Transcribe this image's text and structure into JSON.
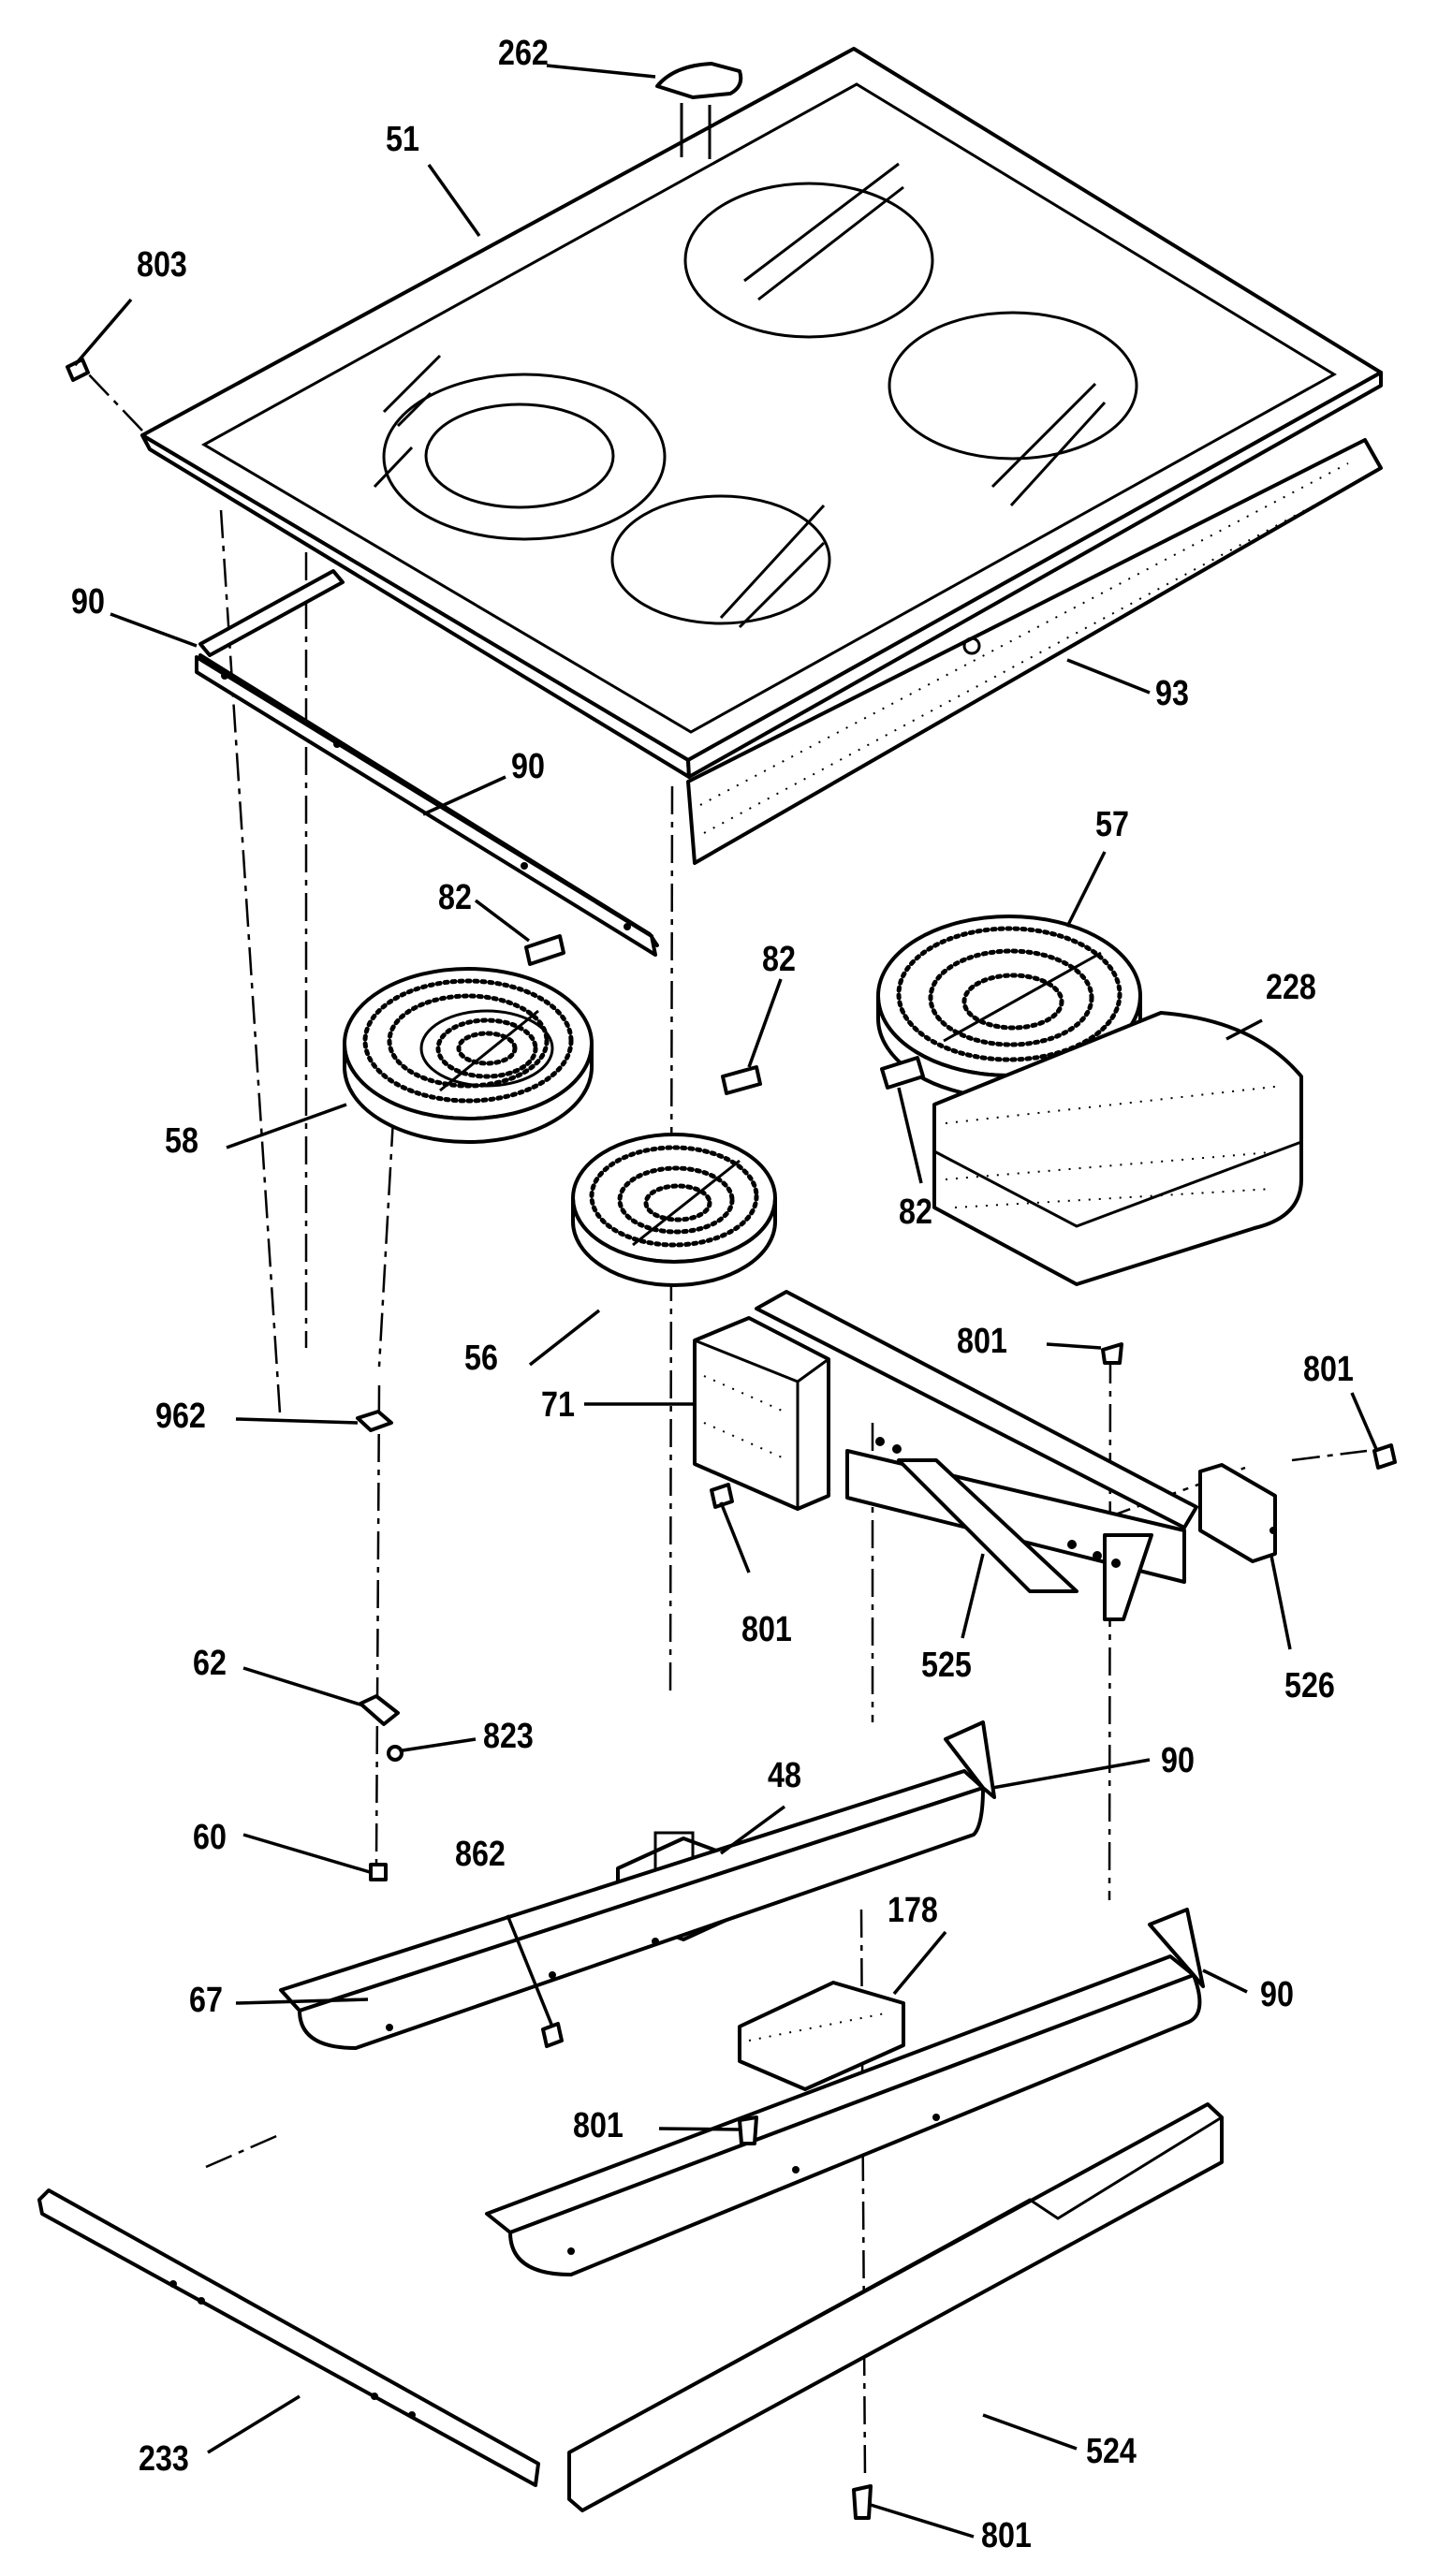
{
  "labels": [
    {
      "id": "262-top-clip",
      "text": "262"
    },
    {
      "id": "51-cooktop-frame",
      "text": "51"
    },
    {
      "id": "803-screw",
      "text": "803"
    },
    {
      "id": "90-upper-left-bracket",
      "text": "90"
    },
    {
      "id": "93-insulation-panel",
      "text": "93"
    },
    {
      "id": "90-front-rail",
      "text": "90"
    },
    {
      "id": "82-switch-58",
      "text": "82"
    },
    {
      "id": "82-switch-56",
      "text": "82"
    },
    {
      "id": "57-surface-element",
      "text": "57"
    },
    {
      "id": "228-insulation-box",
      "text": "228"
    },
    {
      "id": "58-surface-element",
      "text": "58"
    },
    {
      "id": "82-switch-57",
      "text": "82"
    },
    {
      "id": "56-surface-element",
      "text": "56"
    },
    {
      "id": "801-screw-top",
      "text": "801"
    },
    {
      "id": "801-screw-right",
      "text": "801"
    },
    {
      "id": "962-clip",
      "text": "962"
    },
    {
      "id": "71-control-box",
      "text": "71"
    },
    {
      "id": "801-screw-box",
      "text": "801"
    },
    {
      "id": "525-bracket",
      "text": "525"
    },
    {
      "id": "526-plate",
      "text": "526"
    },
    {
      "id": "62-bracket",
      "text": "62"
    },
    {
      "id": "823-screw",
      "text": "823"
    },
    {
      "id": "48-terminal-block",
      "text": "48"
    },
    {
      "id": "90-mid-rail",
      "text": "90"
    },
    {
      "id": "60-spacer",
      "text": "60"
    },
    {
      "id": "862-screw",
      "text": "862"
    },
    {
      "id": "178-limiter",
      "text": "178"
    },
    {
      "id": "67-stud",
      "text": "67"
    },
    {
      "id": "90-lower-rail",
      "text": "90"
    },
    {
      "id": "801-screw-bottom-mid",
      "text": "801"
    },
    {
      "id": "233-front-trim",
      "text": "233"
    },
    {
      "id": "524-rear-channel",
      "text": "524"
    },
    {
      "id": "801-screw-bottom",
      "text": "801"
    }
  ]
}
